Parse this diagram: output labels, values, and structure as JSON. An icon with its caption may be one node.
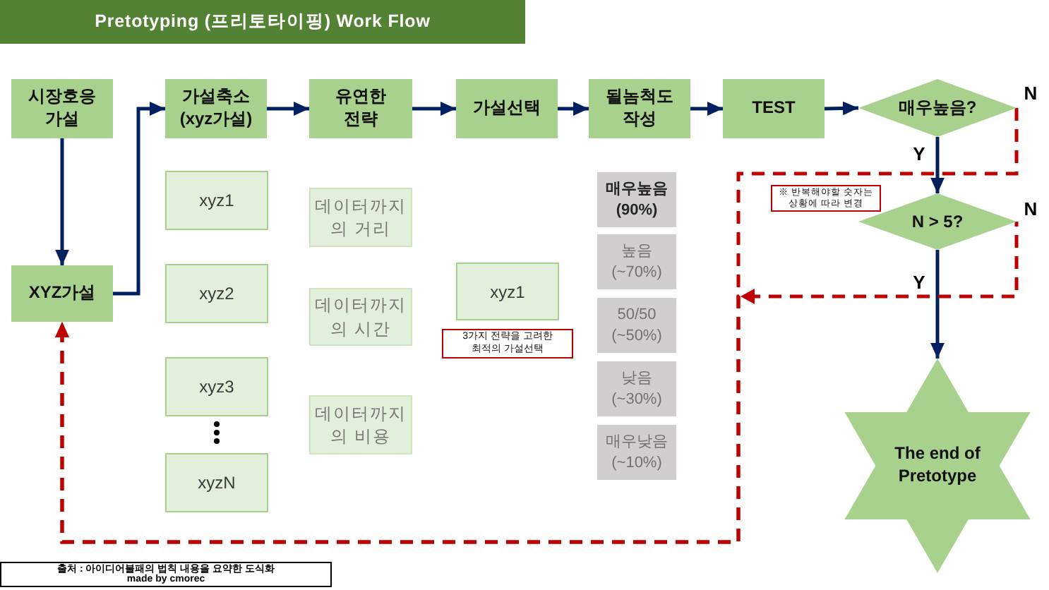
{
  "diagram": {
    "title": "Pretotyping (프리토타이핑) Work Flow",
    "nodes": [
      {
        "text": [
          "시장호응 가설"
        ]
      },
      {
        "text": [
          "가설축소 (xyz가설)"
        ]
      },
      {
        "text": [
          "유연한 전략"
        ]
      },
      {
        "text": [
          "가설선택"
        ]
      },
      {
        "text": [
          "될놈척도 작성"
        ]
      },
      {
        "text": [
          "TEST"
        ]
      },
      {
        "text": [
          "매우높음?"
        ]
      },
      {
        "text": [
          "XYZ가설"
        ]
      },
      {
        "text": [
          "xyz1"
        ]
      },
      {
        "text": [
          "xyz2"
        ]
      },
      {
        "text": [
          "xyz3"
        ]
      },
      {
        "text": [
          "xyzN"
        ]
      },
      {
        "text": [
          "데이터까지의 거리"
        ]
      },
      {
        "text": [
          "데이터까지의 시간"
        ]
      },
      {
        "text": [
          "데이터까지의 비용"
        ]
      },
      {
        "text": [
          "xyz1"
        ]
      },
      {
        "text": [
          "3가지 전략을 고려한 최적의 가설선택"
        ]
      },
      {
        "text": [
          "매우높음 (90%)"
        ]
      },
      {
        "text": [
          "높음 (~70%)"
        ]
      },
      {
        "text": [
          "50/50 (~50%)"
        ]
      },
      {
        "text": [
          "낮음 (~30%)"
        ]
      },
      {
        "text": [
          "매우낮음 (~10%)"
        ]
      },
      {
        "text": [
          "※ 반복해야할 숫자는 상황에 따라 변경"
        ]
      },
      {
        "text": [
          "N > 5?"
        ]
      },
      {
        "text": [
          "The end of Pretotype"
        ]
      },
      {
        "text": [
          "출처 : 아이디어불패의 법칙 내용을 요약한 도식화",
          "made by cmorec"
        ]
      }
    ],
    "edges": [
      {
        "from": 0,
        "to": 7,
        "arrow": "to"
      },
      {
        "from": 7,
        "to": 1,
        "arrow": "to"
      },
      {
        "from": 1,
        "to": 2,
        "arrow": "to"
      },
      {
        "from": 2,
        "to": 3,
        "arrow": "to"
      },
      {
        "from": 3,
        "to": 4,
        "arrow": "to"
      },
      {
        "from": 4,
        "to": 5,
        "arrow": "to"
      },
      {
        "from": 5,
        "to": 6,
        "arrow": "to"
      },
      {
        "from": 6,
        "to": 23,
        "arrow": "to",
        "label": "Y"
      },
      {
        "from": 23,
        "to": 24,
        "arrow": "to",
        "label": "Y"
      },
      {
        "from": 6,
        "to": 7,
        "arrow": "to",
        "label": "N",
        "style": "dashed",
        "color": "#c00000"
      },
      {
        "from": 23,
        "to": 7,
        "arrow": "to",
        "label": "N",
        "style": "dashed",
        "color": "#c00000"
      }
    ]
  }
}
